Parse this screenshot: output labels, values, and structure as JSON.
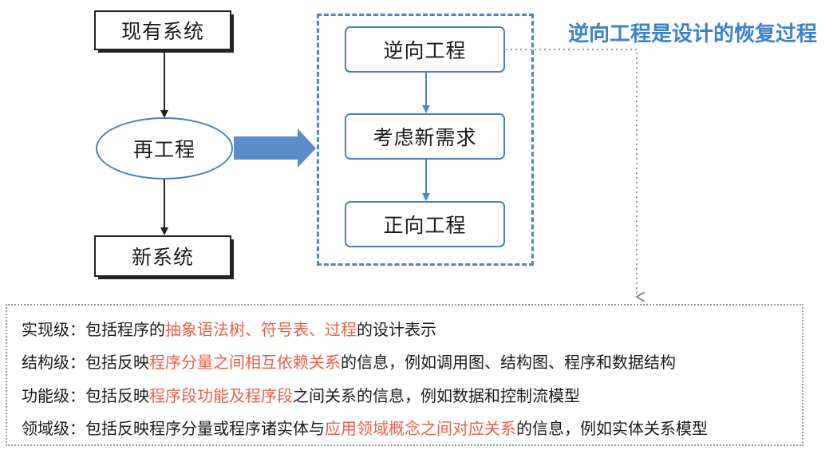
{
  "colors": {
    "accent_blue": "#4a86c5",
    "title_blue": "#3c82c9",
    "highlight_red": "#e8604c",
    "arrow_fill": "#5b8dcb"
  },
  "left_flow": {
    "existing_system": "现有系统",
    "reengineering": "再工程",
    "new_system": "新系统"
  },
  "inner_flow": {
    "reverse_engineering": "逆向工程",
    "consider_new_requirements": "考虑新需求",
    "forward_engineering": "正向工程"
  },
  "note": {
    "title": "逆向工程是设计的恢复过程"
  },
  "levels": [
    {
      "prefix": "实现级：包括程序的",
      "highlight": "抽象语法树、符号表、过程",
      "suffix": "的设计表示"
    },
    {
      "prefix": "结构级：包括反映",
      "highlight": "程序分量之间相互依赖关系",
      "suffix": "的信息，例如调用图、结构图、程序和数据结构"
    },
    {
      "prefix": "功能级：包括反映",
      "highlight": "程序段功能及程序段",
      "suffix": "之间关系的信息，例如数据和控制流模型"
    },
    {
      "prefix": "领域级：包括反映程序分量或程序诸实体与",
      "highlight": "应用领域概念之间对应关系",
      "suffix": "的信息，例如实体关系模型"
    }
  ]
}
